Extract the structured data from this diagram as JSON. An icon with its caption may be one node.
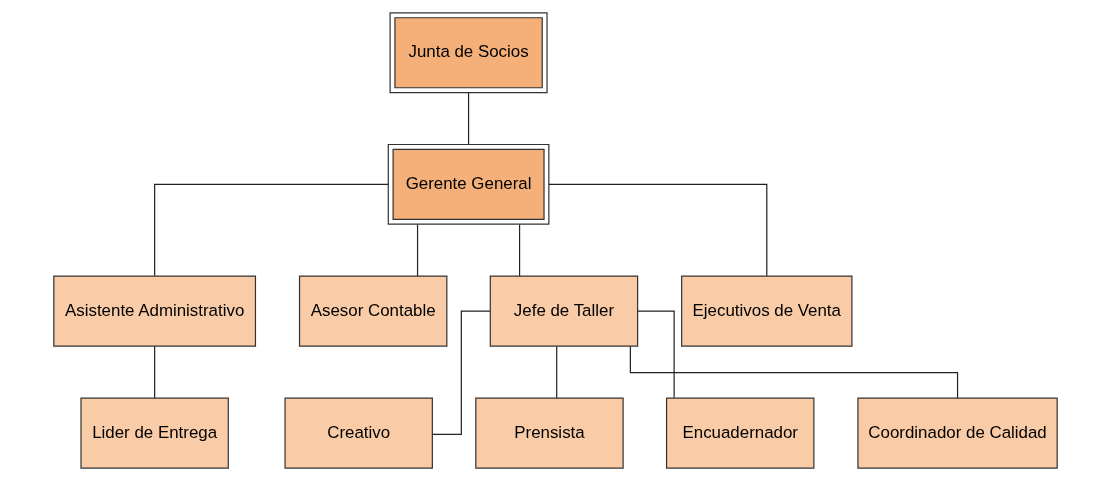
{
  "diagram": {
    "nodes": [
      {
        "text": [
          "Junta de Socios"
        ]
      },
      {
        "text": [
          "Gerente General"
        ]
      },
      {
        "text": [
          "Asistente Administrativo"
        ]
      },
      {
        "text": [
          "Asesor Contable"
        ]
      },
      {
        "text": [
          "Jefe de Taller"
        ]
      },
      {
        "text": [
          "Ejecutivos de Venta"
        ]
      },
      {
        "text": [
          "Lider de Entrega"
        ]
      },
      {
        "text": [
          "Creativo"
        ]
      },
      {
        "text": [
          "Prensista"
        ]
      },
      {
        "text": [
          "Encuadernador"
        ]
      },
      {
        "text": [
          "Coordinador de Calidad"
        ]
      }
    ],
    "edges": [
      {
        "from": 0,
        "to": 1,
        "arrow": "none"
      },
      {
        "from": 1,
        "to": 2,
        "arrow": "none"
      },
      {
        "from": 1,
        "to": 3,
        "arrow": "none"
      },
      {
        "from": 1,
        "to": 4,
        "arrow": "none"
      },
      {
        "from": 1,
        "to": 5,
        "arrow": "none"
      },
      {
        "from": 2,
        "to": 6,
        "arrow": "none"
      },
      {
        "from": 4,
        "to": 7,
        "arrow": "none"
      },
      {
        "from": 4,
        "to": 8,
        "arrow": "none"
      },
      {
        "from": 4,
        "to": 9,
        "arrow": "none"
      },
      {
        "from": 4,
        "to": 10,
        "arrow": "none"
      }
    ]
  }
}
